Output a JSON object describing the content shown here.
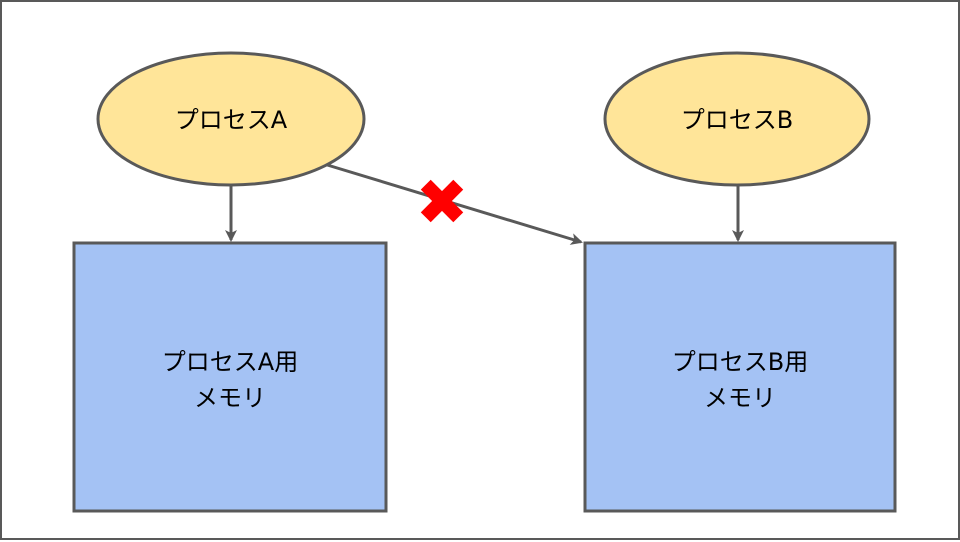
{
  "diagram": {
    "process_a": {
      "label": "プロセスA"
    },
    "process_b": {
      "label": "プロセスB"
    },
    "memory_a": {
      "line1": "プロセスA用",
      "line2": "メモリ"
    },
    "memory_b": {
      "line1": "プロセスB用",
      "line2": "メモリ"
    },
    "blocked_access": {
      "icon": "cross-mark-icon"
    },
    "colors": {
      "process_fill": "#ffe599",
      "memory_fill": "#a4c2f4",
      "stroke": "#595959",
      "cross": "#ff0000"
    }
  }
}
